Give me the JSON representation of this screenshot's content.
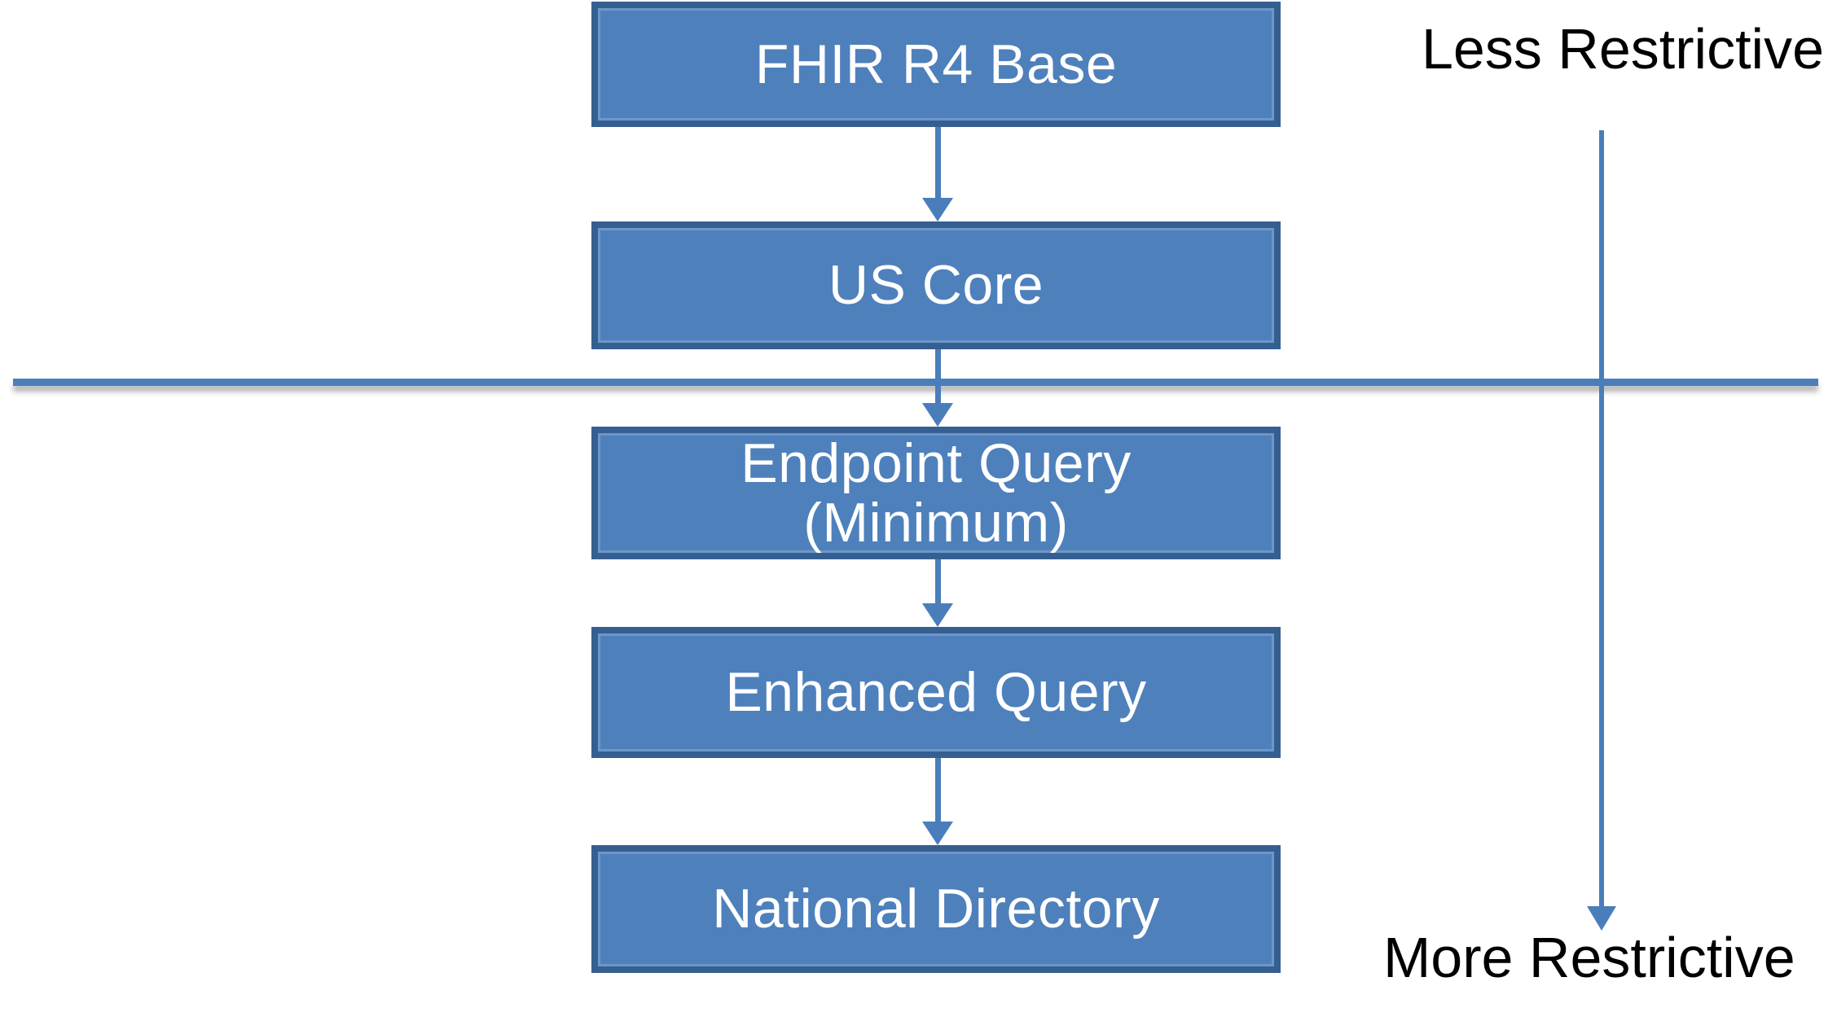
{
  "colors": {
    "box_fill": "#4E80BC",
    "box_border": "#365F91",
    "box_text": "#FFFFFF",
    "connector": "#4A7EBB",
    "divider": "#4A7EBB",
    "label_text": "#000000",
    "background": "#FFFFFF"
  },
  "flow": {
    "boxes": [
      {
        "line1": "FHIR R4 Base",
        "line2": ""
      },
      {
        "line1": "US Core",
        "line2": ""
      },
      {
        "line1": "Endpoint Query",
        "line2": "(Minimum)"
      },
      {
        "line1": "Enhanced Query",
        "line2": ""
      },
      {
        "line1": "National Directory",
        "line2": ""
      }
    ],
    "order": [
      "FHIR R4 Base",
      "US Core",
      "Endpoint Query (Minimum)",
      "Enhanced Query",
      "National Directory"
    ]
  },
  "axis": {
    "top_label": "Less Restrictive",
    "bottom_label": "More Restrictive"
  }
}
